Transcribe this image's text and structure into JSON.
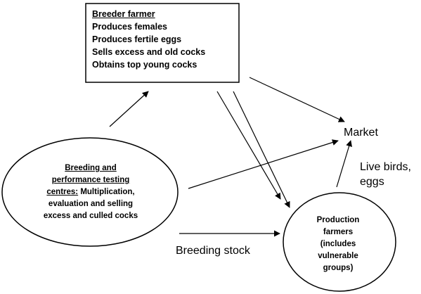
{
  "breeder_farmer": {
    "title": "Breeder farmer",
    "lines": [
      "Produces females",
      "Produces fertile eggs",
      "Sells excess and old cocks",
      "Obtains top young cocks"
    ]
  },
  "breeding_centres": {
    "title_line1": "Breeding and",
    "title_line2": "performance testing",
    "title_line3": "centres:",
    "line3_rest": " Multiplication,",
    "line4": "evaluation and selling",
    "line5": "excess and culled cocks"
  },
  "production_farmers": {
    "lines": [
      "Production",
      "farmers",
      "(includes",
      "vulnerable",
      "groups)"
    ]
  },
  "market": {
    "label": "Market"
  },
  "edge_labels": {
    "live_birds_line1": "Live birds,",
    "live_birds_line2": "eggs",
    "breeding_stock": "Breeding stock"
  },
  "colors": {
    "stroke": "#000000",
    "background": "#ffffff",
    "text": "#000000"
  }
}
